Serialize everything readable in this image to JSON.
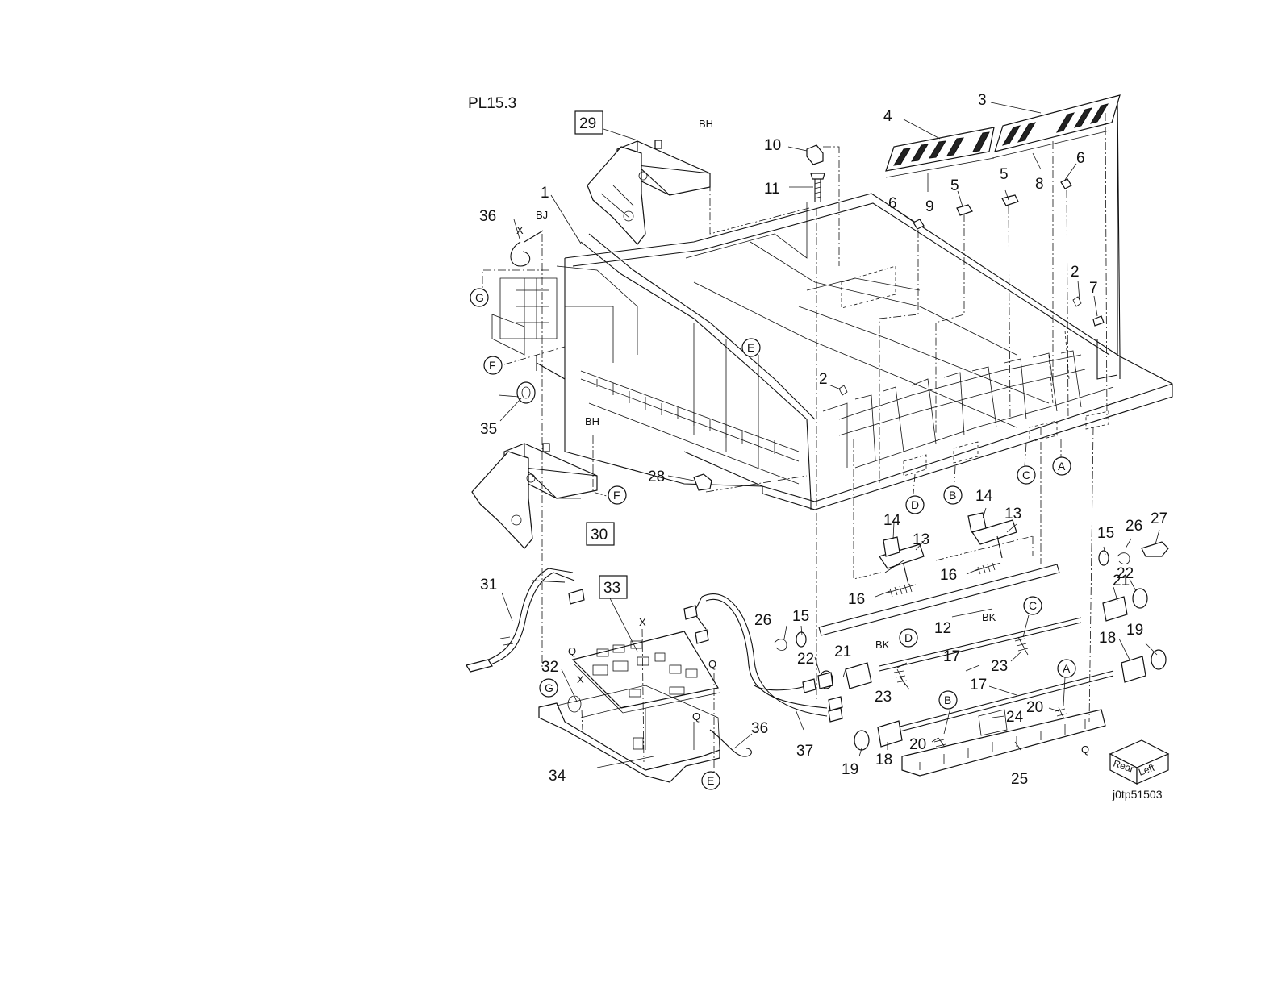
{
  "plate": {
    "title": "PL15.3",
    "code": "j0tp51503"
  },
  "orientation": {
    "rear": "Rear",
    "left": "Left"
  },
  "callouts": [
    {
      "id": "c1",
      "text": "1"
    },
    {
      "id": "c2a",
      "text": "2"
    },
    {
      "id": "c2b",
      "text": "2"
    },
    {
      "id": "c3",
      "text": "3"
    },
    {
      "id": "c4",
      "text": "4"
    },
    {
      "id": "c5a",
      "text": "5"
    },
    {
      "id": "c5b",
      "text": "5"
    },
    {
      "id": "c6a",
      "text": "6"
    },
    {
      "id": "c6b",
      "text": "6"
    },
    {
      "id": "c7",
      "text": "7"
    },
    {
      "id": "c8",
      "text": "8"
    },
    {
      "id": "c9",
      "text": "9"
    },
    {
      "id": "c10",
      "text": "10"
    },
    {
      "id": "c11",
      "text": "11"
    },
    {
      "id": "c12",
      "text": "12"
    },
    {
      "id": "c13a",
      "text": "13"
    },
    {
      "id": "c13b",
      "text": "13"
    },
    {
      "id": "c14a",
      "text": "14"
    },
    {
      "id": "c14b",
      "text": "14"
    },
    {
      "id": "c15a",
      "text": "15"
    },
    {
      "id": "c15b",
      "text": "15"
    },
    {
      "id": "c16a",
      "text": "16"
    },
    {
      "id": "c16b",
      "text": "16"
    },
    {
      "id": "c17a",
      "text": "17"
    },
    {
      "id": "c17b",
      "text": "17"
    },
    {
      "id": "c18a",
      "text": "18"
    },
    {
      "id": "c18b",
      "text": "18"
    },
    {
      "id": "c19a",
      "text": "19"
    },
    {
      "id": "c19b",
      "text": "19"
    },
    {
      "id": "c20a",
      "text": "20"
    },
    {
      "id": "c20b",
      "text": "20"
    },
    {
      "id": "c21a",
      "text": "21"
    },
    {
      "id": "c21b",
      "text": "21"
    },
    {
      "id": "c22a",
      "text": "22"
    },
    {
      "id": "c22b",
      "text": "22"
    },
    {
      "id": "c23a",
      "text": "23"
    },
    {
      "id": "c23b",
      "text": "23"
    },
    {
      "id": "c24",
      "text": "24"
    },
    {
      "id": "c25",
      "text": "25"
    },
    {
      "id": "c26a",
      "text": "26"
    },
    {
      "id": "c26b",
      "text": "26"
    },
    {
      "id": "c27",
      "text": "27"
    },
    {
      "id": "c28",
      "text": "28"
    },
    {
      "id": "c31",
      "text": "31"
    },
    {
      "id": "c32",
      "text": "32"
    },
    {
      "id": "c34",
      "text": "34"
    },
    {
      "id": "c35",
      "text": "35"
    },
    {
      "id": "c36a",
      "text": "36"
    },
    {
      "id": "c36b",
      "text": "36"
    },
    {
      "id": "c37",
      "text": "37"
    }
  ],
  "boxed_callouts": [
    {
      "id": "b29",
      "text": "29"
    },
    {
      "id": "b30",
      "text": "30"
    },
    {
      "id": "b33",
      "text": "33"
    }
  ],
  "circled_refs": [
    {
      "id": "rA1",
      "text": "A"
    },
    {
      "id": "rA2",
      "text": "A"
    },
    {
      "id": "rB1",
      "text": "B"
    },
    {
      "id": "rB2",
      "text": "B"
    },
    {
      "id": "rC1",
      "text": "C"
    },
    {
      "id": "rC2",
      "text": "C"
    },
    {
      "id": "rD1",
      "text": "D"
    },
    {
      "id": "rD2",
      "text": "D"
    },
    {
      "id": "rE1",
      "text": "E"
    },
    {
      "id": "rE2",
      "text": "E"
    },
    {
      "id": "rF1",
      "text": "F"
    },
    {
      "id": "rF2",
      "text": "F"
    },
    {
      "id": "rG1",
      "text": "G"
    },
    {
      "id": "rG2",
      "text": "G"
    }
  ],
  "sublabels": [
    {
      "id": "sBH1",
      "text": "BH"
    },
    {
      "id": "sBH2",
      "text": "BH"
    },
    {
      "id": "sBJ",
      "text": "BJ"
    },
    {
      "id": "sX1",
      "text": "X"
    },
    {
      "id": "sX2",
      "text": "X"
    },
    {
      "id": "sX3",
      "text": "X"
    },
    {
      "id": "sQ1",
      "text": "Q"
    },
    {
      "id": "sQ2",
      "text": "Q"
    },
    {
      "id": "sQ3",
      "text": "Q"
    },
    {
      "id": "sQ4",
      "text": "Q"
    },
    {
      "id": "sBK1",
      "text": "BK"
    },
    {
      "id": "sBK2",
      "text": "BK"
    }
  ]
}
